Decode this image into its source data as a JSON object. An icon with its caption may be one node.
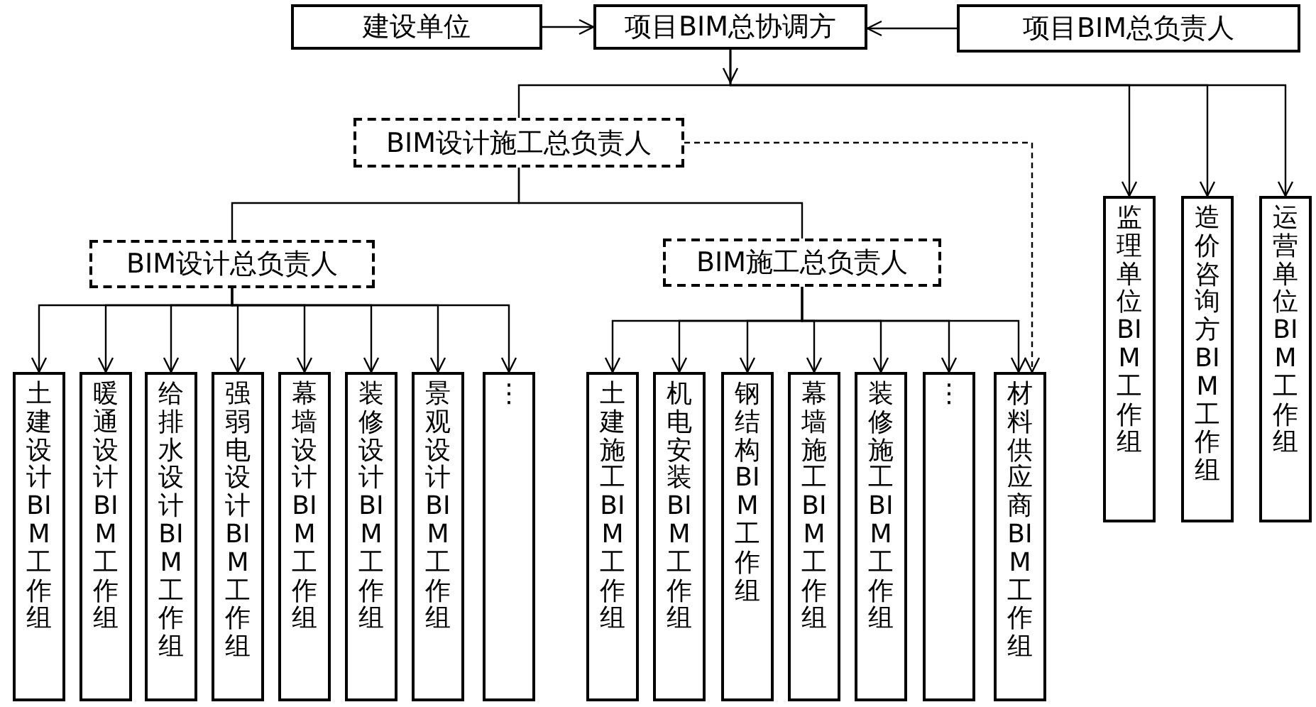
{
  "diagram": {
    "nodes": [
      {
        "text": [
          "建设单位"
        ]
      },
      {
        "text": [
          "项目BIM总协调方"
        ]
      },
      {
        "text": [
          "项目BIM总负责人"
        ]
      },
      {
        "text": [
          "BIM设计施工总负责人"
        ]
      },
      {
        "text": [
          "BIM设计总负责人"
        ]
      },
      {
        "text": [
          "BIM施工总负责人"
        ]
      },
      {
        "text": [
          "土建设计BIM工作组"
        ]
      },
      {
        "text": [
          "暖通设计BIM工作组"
        ]
      },
      {
        "text": [
          "给排水设计BIM工作组"
        ]
      },
      {
        "text": [
          "强弱电设计BIM工作组"
        ]
      },
      {
        "text": [
          "幕墙设计BIM工作组"
        ]
      },
      {
        "text": [
          "装修设计BIM工作组"
        ]
      },
      {
        "text": [
          "景观设计BIM工作组"
        ]
      },
      {
        "text": [
          "⋮"
        ]
      },
      {
        "text": [
          "土建施工BIM工作组"
        ]
      },
      {
        "text": [
          "机电安装BIM工作组"
        ]
      },
      {
        "text": [
          "钢结构BIM工作组"
        ]
      },
      {
        "text": [
          "幕墙施工BIM工作组"
        ]
      },
      {
        "text": [
          "装修施工BIM工作组"
        ]
      },
      {
        "text": [
          "⋮"
        ]
      },
      {
        "text": [
          "材料供应商BIM工作组"
        ]
      },
      {
        "text": [
          "监理单位BIM工作组"
        ]
      },
      {
        "text": [
          "造价咨询方BIM工作组"
        ]
      },
      {
        "text": [
          "运营单位BIM工作组"
        ]
      }
    ],
    "edges": [
      {
        "from": 0,
        "to": 1,
        "arrow": "to"
      },
      {
        "from": 2,
        "to": 1,
        "arrow": "to"
      },
      {
        "from": 1,
        "to": 3,
        "arrow": "none"
      },
      {
        "from": 1,
        "to": 21,
        "arrow": "to"
      },
      {
        "from": 1,
        "to": 22,
        "arrow": "to"
      },
      {
        "from": 1,
        "to": 23,
        "arrow": "to"
      },
      {
        "from": 3,
        "to": 4,
        "arrow": "none"
      },
      {
        "from": 3,
        "to": 5,
        "arrow": "none"
      },
      {
        "from": 4,
        "to": 6,
        "arrow": "to"
      },
      {
        "from": 4,
        "to": 7,
        "arrow": "to"
      },
      {
        "from": 4,
        "to": 8,
        "arrow": "to"
      },
      {
        "from": 4,
        "to": 9,
        "arrow": "to"
      },
      {
        "from": 4,
        "to": 10,
        "arrow": "to"
      },
      {
        "from": 4,
        "to": 11,
        "arrow": "to"
      },
      {
        "from": 4,
        "to": 12,
        "arrow": "to"
      },
      {
        "from": 4,
        "to": 13,
        "arrow": "to"
      },
      {
        "from": 5,
        "to": 14,
        "arrow": "to"
      },
      {
        "from": 5,
        "to": 15,
        "arrow": "to"
      },
      {
        "from": 5,
        "to": 16,
        "arrow": "to"
      },
      {
        "from": 5,
        "to": 17,
        "arrow": "to"
      },
      {
        "from": 5,
        "to": 18,
        "arrow": "to"
      },
      {
        "from": 5,
        "to": 19,
        "arrow": "to"
      },
      {
        "from": 5,
        "to": 20,
        "arrow": "to"
      },
      {
        "from": 3,
        "to": 20,
        "arrow": "to",
        "style": "dashed"
      }
    ]
  }
}
